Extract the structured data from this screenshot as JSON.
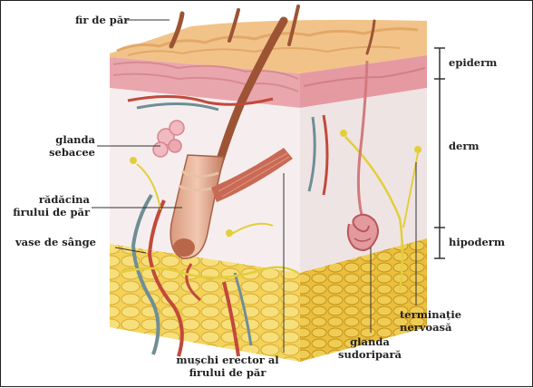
{
  "labels": {
    "hair_shaft": "fir de păr",
    "sebaceous_gland": [
      "glanda",
      "sebacee"
    ],
    "hair_root": [
      "rădăcina",
      "firului de păr"
    ],
    "blood_vessels": "vase de sânge",
    "arrector_muscle": [
      "mușchi erector al",
      "firului de păr"
    ],
    "sweat_gland": [
      "glanda",
      "sudoripară"
    ],
    "nerve_ending": [
      "terminație",
      "nervoasă"
    ]
  },
  "layers": {
    "epidermis": "epiderm",
    "dermis": "derm",
    "hypodermis": "hipoderm"
  },
  "colors": {
    "epidermis_top": "#f2c389",
    "epidermis_pink": "#e9a7ad",
    "dermis": "#f6eeee",
    "fat": "#f3d35a",
    "hair": "#9c5434",
    "vein": "#6f8e96",
    "artery": "#c2493a",
    "nerve": "#e2cf3a",
    "muscle": "#c86a55",
    "sweat_gland": "#d27a7c"
  }
}
